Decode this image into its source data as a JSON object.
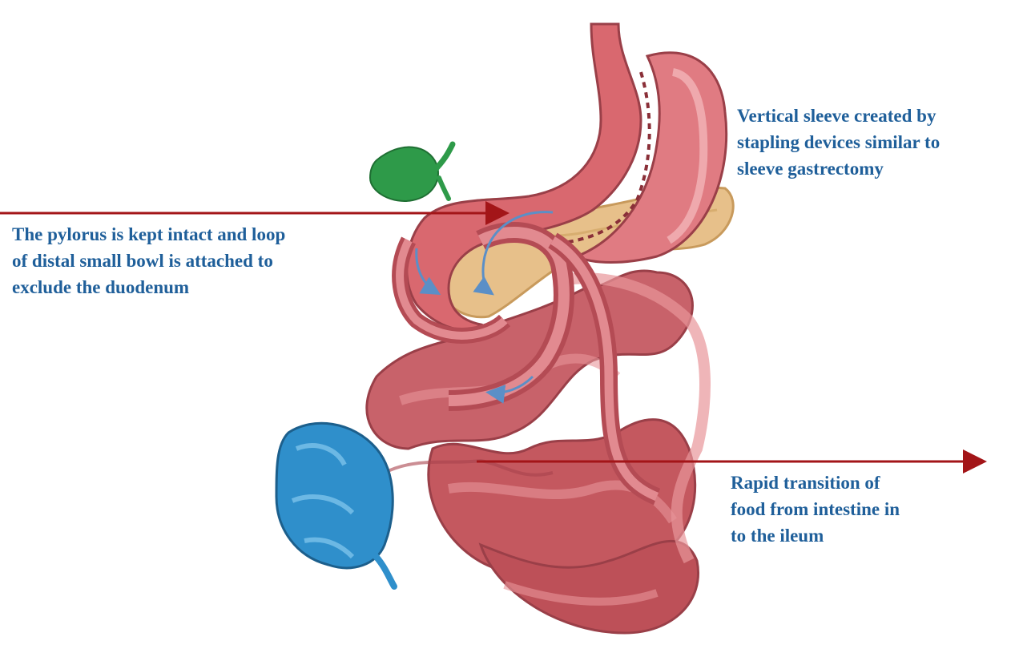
{
  "annotations": {
    "sleeve": "Vertical sleeve created by\nstapling devices similar to\nsleeve gastrectomy",
    "pylorus": "The pylorus is kept intact and loop\nof distal small bowl is attached to\nexclude the duodenum",
    "ileum": "Rapid transition of\nfood from intestine in\nto the ileum"
  },
  "colors": {
    "label_text": "#1f5f9a",
    "arrow": "#a31518",
    "stomach": "#d9686f",
    "bowel": "#c2555e",
    "gallbladder": "#2e9a49",
    "colon": "#2f8fcb",
    "pancreas": "#e7c08a",
    "flow": "#5b8fc7"
  },
  "icons": {
    "gallbladder": "gallbladder-shape",
    "stomach": "stomach-sleeve-shape",
    "pancreas": "pancreas-shape",
    "small_intestine": "small-intestine-loops",
    "colon": "cecum-colon-shape"
  }
}
